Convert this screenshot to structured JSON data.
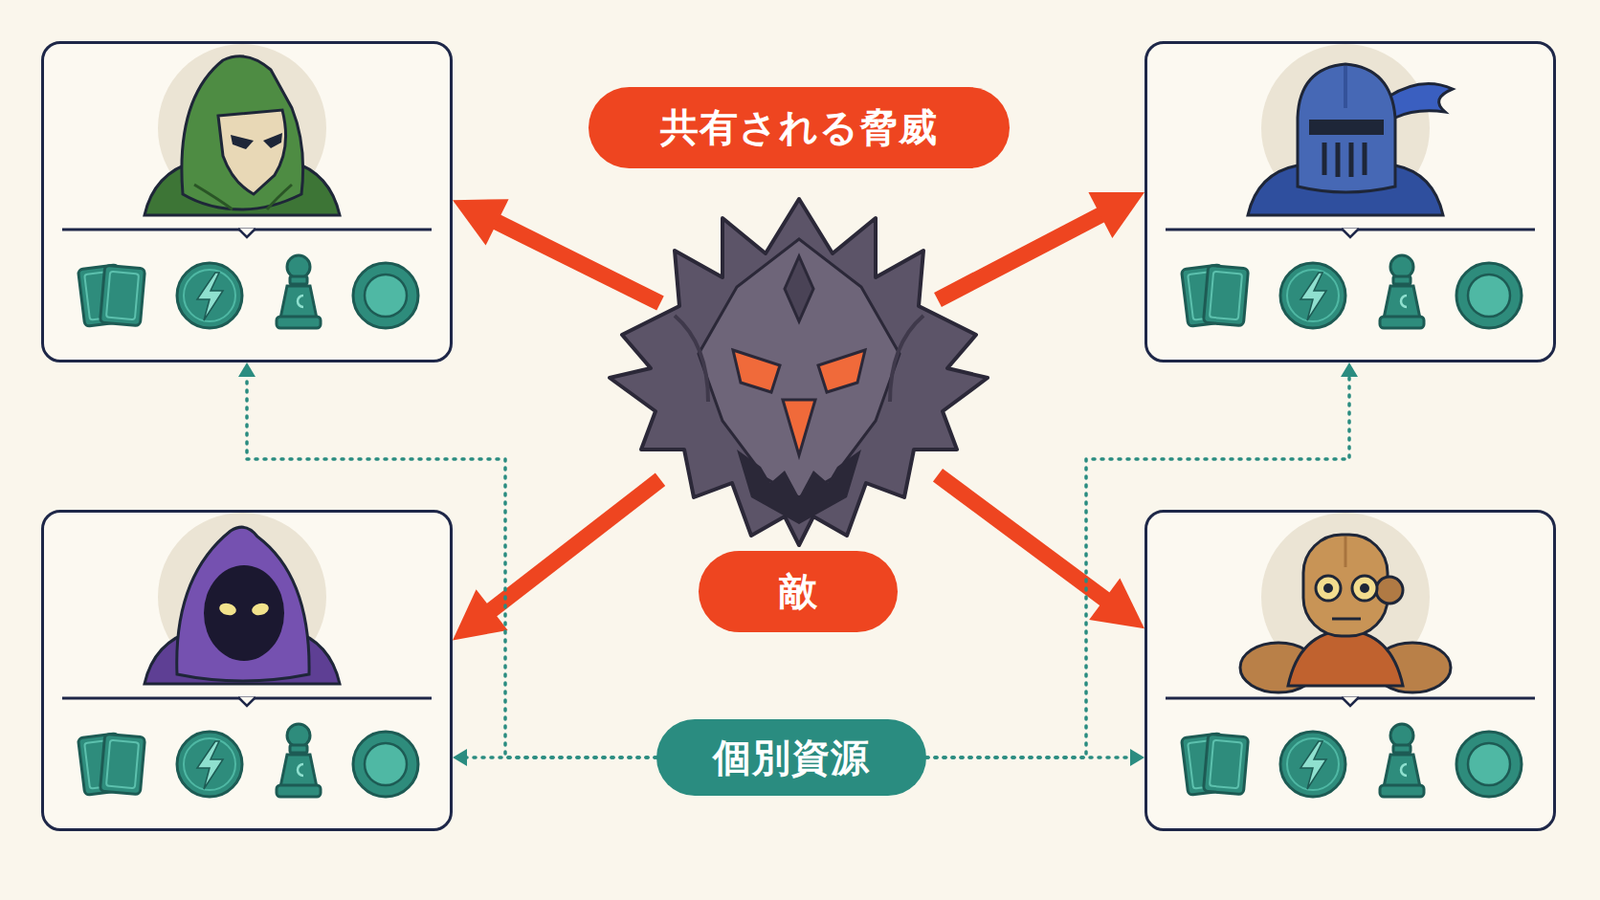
{
  "diagram": {
    "nodes": [
      {
        "text": []
      },
      {
        "text": [
          "共有される脅威"
        ]
      },
      {
        "text": []
      },
      {
        "text": [
          "敵"
        ]
      },
      {
        "text": []
      },
      {
        "text": [
          "個別資源"
        ]
      },
      {
        "text": []
      }
    ],
    "edges": [
      {
        "from": 3,
        "to": 0,
        "arrow": "to"
      },
      {
        "from": 3,
        "to": 2,
        "arrow": "to"
      },
      {
        "from": 3,
        "to": 4,
        "arrow": "to"
      },
      {
        "from": 3,
        "to": 6,
        "arrow": "to"
      },
      {
        "from": 5,
        "to": 0,
        "arrow": "to"
      },
      {
        "from": 5,
        "to": 2,
        "arrow": "to"
      },
      {
        "from": 5,
        "to": 4,
        "arrow": "to"
      },
      {
        "from": 5,
        "to": 6,
        "arrow": "to"
      }
    ]
  }
}
